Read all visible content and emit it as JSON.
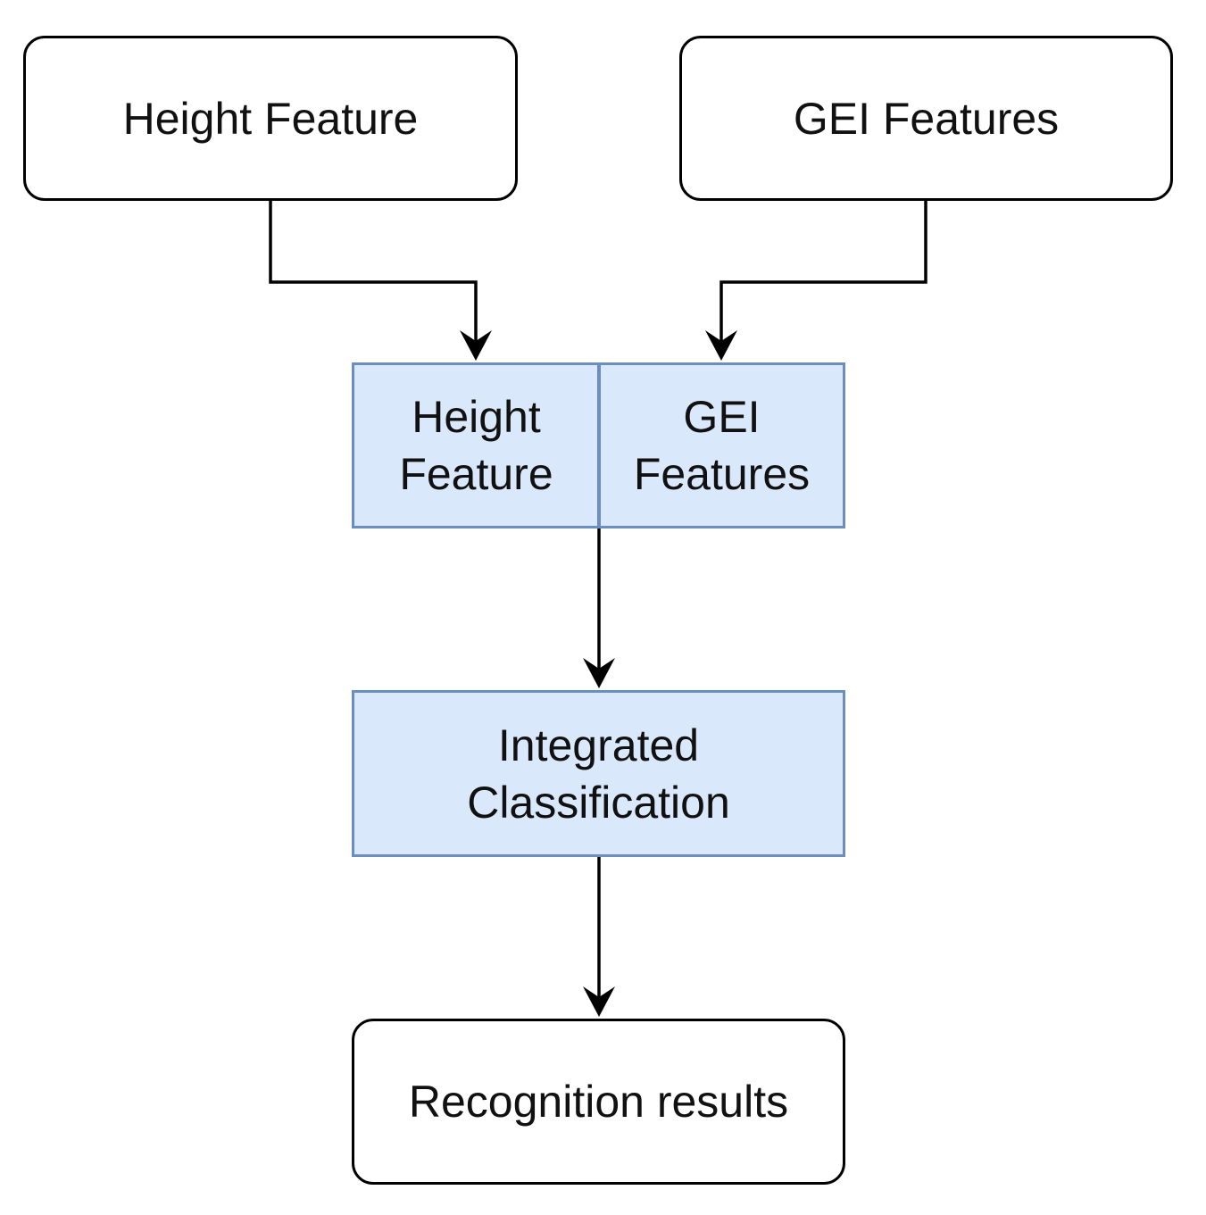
{
  "nodes": {
    "height_feature_input": "Height Feature",
    "gei_features_input": "GEI Features",
    "height_feature_combined": "Height\nFeature",
    "gei_features_combined": "GEI\nFeatures",
    "integrated_classification": "Integrated\nClassification",
    "recognition_results": "Recognition results"
  },
  "colors": {
    "process_fill": "#dae8fc",
    "process_stroke": "#6c8ebf",
    "terminal_fill": "#ffffff",
    "terminal_stroke": "#000000",
    "edge": "#000000"
  }
}
